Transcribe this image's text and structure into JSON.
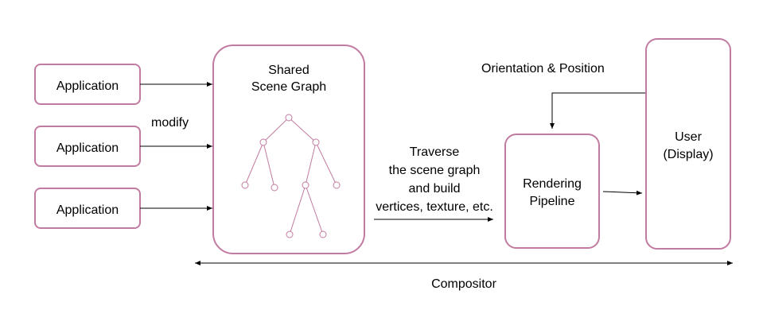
{
  "applications": [
    {
      "label": "Application"
    },
    {
      "label": "Application"
    },
    {
      "label": "Application"
    }
  ],
  "modify_label": "modify",
  "scene_graph": {
    "title_line1": "Shared",
    "title_line2": "Scene Graph"
  },
  "traverse_label": {
    "line1": "Traverse",
    "line2": "the scene graph",
    "line3": "and build",
    "line4": "vertices, texture, etc."
  },
  "rendering_pipeline": {
    "line1": "Rendering",
    "line2": "Pipeline"
  },
  "orientation_label": "Orientation & Position",
  "user": {
    "line1": "User",
    "line2": "(Display)"
  },
  "compositor_label": "Compositor",
  "colors": {
    "box_border": "#c27ba0",
    "arrow": "#000000"
  }
}
